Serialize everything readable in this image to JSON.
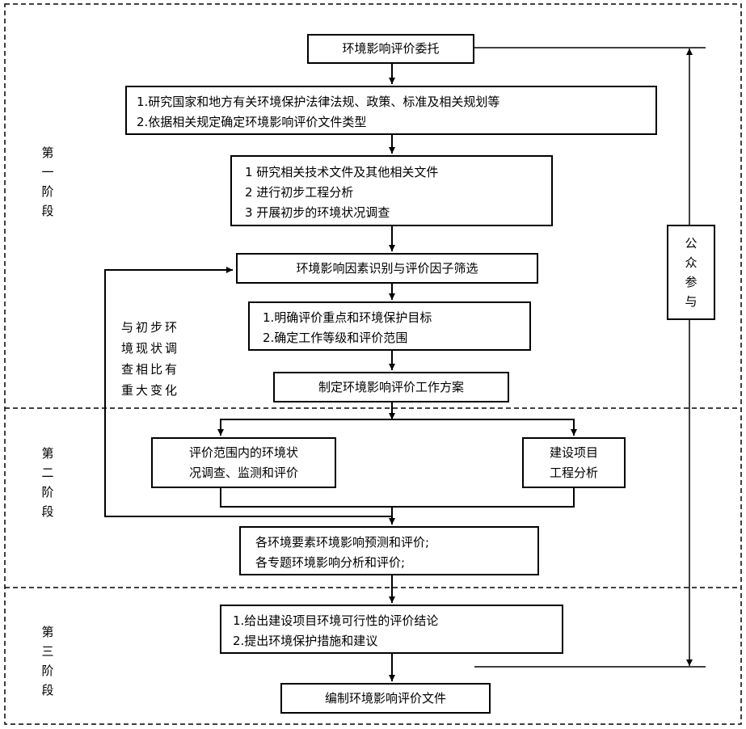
{
  "stages": {
    "stage1": [
      "第",
      "一",
      "阶",
      "段"
    ],
    "stage2": [
      "第",
      "二",
      "阶",
      "段"
    ],
    "stage3": [
      "第",
      "三",
      "阶",
      "段"
    ]
  },
  "boxes": {
    "entrust": "环境影响评价委托",
    "research": [
      "1.研究国家和地方有关环境保护法律法规、政策、标准及相关规划等",
      "2.依据相关规定确定环境影响评价文件类型"
    ],
    "prelim": [
      "1  研究相关技术文件及其他相关文件",
      "2  进行初步工程分析",
      "3  开展初步的环境状况调查"
    ],
    "identify": "环境影响因素识别与评价因子筛选",
    "focus": [
      "1.明确评价重点和环境保护目标",
      "2.确定工作等级和评价范围"
    ],
    "plan": "制定环境影响评价工作方案",
    "survey": [
      "评价范围内的环境状",
      "况调查、监测和评价"
    ],
    "project": [
      "建设项目",
      "工程分析"
    ],
    "predict": [
      "各环境要素环境影响预测和评价;",
      "各专题环境影响分析和评价;"
    ],
    "conclusion": [
      "1.给出建设项目环境可行性的评价结论",
      "2.提出环境保护措施和建议"
    ],
    "compile": "编制环境影响评价文件",
    "public": [
      "公",
      "众",
      "参",
      "与"
    ]
  },
  "feedback_label": [
    "与初步环",
    "境现状调",
    "查相比有",
    "重大变化"
  ]
}
